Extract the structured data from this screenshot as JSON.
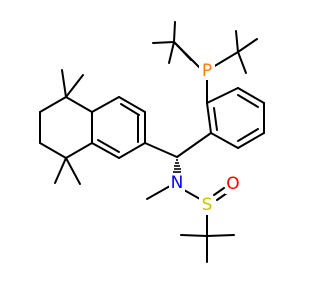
{
  "diagram": {
    "atoms": {
      "phosphorus": {
        "label": "P",
        "color": "#FF8000"
      },
      "nitrogen": {
        "label": "N",
        "color": "#0000FF"
      },
      "sulfur": {
        "label": "S",
        "color": "#C8C800"
      },
      "oxygen": {
        "label": "O",
        "color": "#FF0000"
      }
    }
  }
}
